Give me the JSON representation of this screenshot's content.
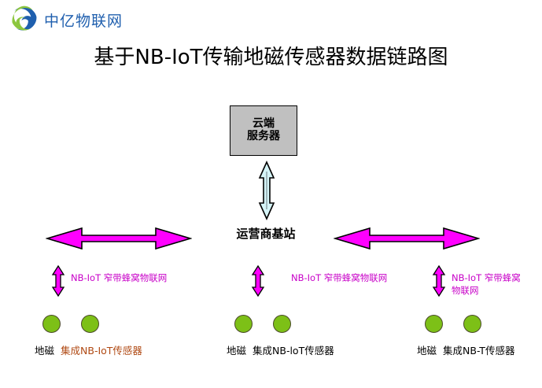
{
  "brand": {
    "logo_icon": "swirl-circle-logo-icon",
    "name": "中亿物联网",
    "colors": {
      "blue": "#1f5fae",
      "green": "#8cc63f"
    }
  },
  "title": "基于NB-IoT传输地磁传感器数据链路图",
  "diagram": {
    "cloud": {
      "line1": "云端",
      "line2": "服务器",
      "fill": "#c0c0c0",
      "border": "#000000"
    },
    "uplink_arrow": {
      "icon": "double-headed-vertical-arrow-icon",
      "fill": "#d6f5f8",
      "stroke": "#000000"
    },
    "base_station": "运营商基站",
    "horizontal_arrows": [
      {
        "icon": "double-headed-horizontal-arrow-icon",
        "side": "left",
        "fill": "#ff00ff",
        "stroke": "#000000"
      },
      {
        "icon": "double-headed-horizontal-arrow-icon",
        "side": "right",
        "fill": "#ff00ff",
        "stroke": "#000000"
      }
    ],
    "links": [
      {
        "icon": "double-headed-vertical-arrow-icon",
        "label": "NB-IoT 窄带蜂窝物联网",
        "color": "#c800c8"
      },
      {
        "icon": "double-headed-vertical-arrow-icon",
        "label": "NB-IoT 窄带蜂窝物联网",
        "color": "#c800c8"
      },
      {
        "icon": "double-headed-vertical-arrow-icon",
        "label": "NB-IoT 窄带蜂窝物联网",
        "color": "#c800c8"
      }
    ],
    "node_groups": [
      {
        "dot_icon": "green-sensor-dot-icon",
        "dot_color": "#7dc017",
        "label_left": "地磁",
        "label_right": "集成NB-IoT传感器",
        "label_right_color": "#b04a14"
      },
      {
        "dot_icon": "green-sensor-dot-icon",
        "dot_color": "#7dc017",
        "label_left": "地磁",
        "label_right": "集成NB-loT传感器",
        "label_right_color": "#000000"
      },
      {
        "dot_icon": "green-sensor-dot-icon",
        "dot_color": "#7dc017",
        "label_left": "地磁",
        "label_right": "集成NB-T传感器",
        "label_right_color": "#000000"
      }
    ]
  }
}
